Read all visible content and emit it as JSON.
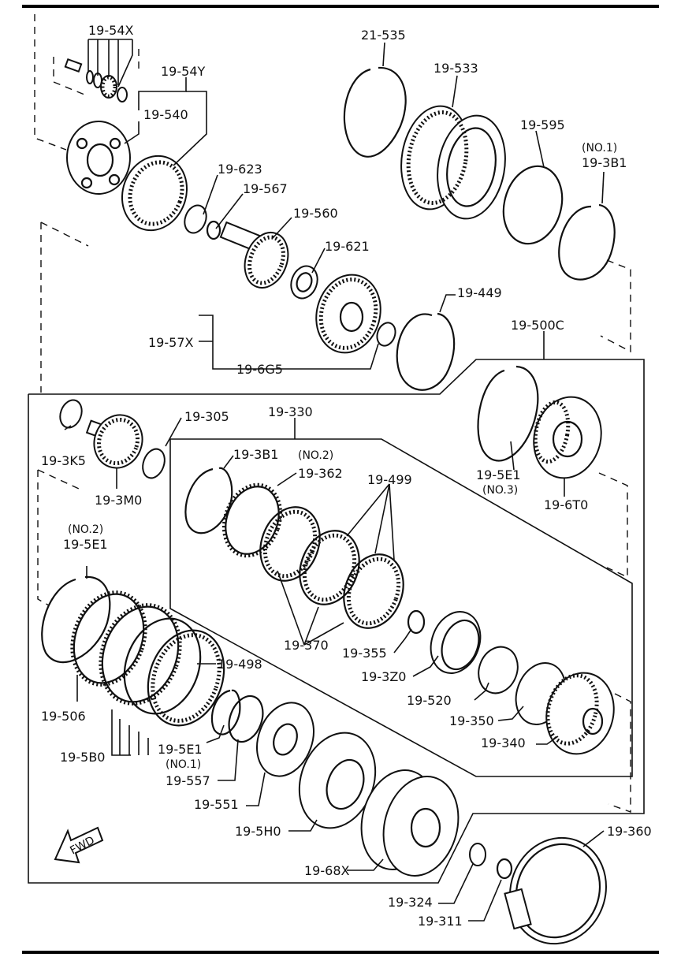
{
  "labels": {
    "p_19_54x": "19-54X",
    "p_19_54y": "19-54Y",
    "p_19_540": "19-540",
    "p_21_535": "21-535",
    "p_19_533": "19-533",
    "p_19_595": "19-595",
    "p_no1_a": "(NO.1)",
    "p_19_3b1_a": "19-3B1",
    "p_19_623": "19-623",
    "p_19_567": "19-567",
    "p_19_560": "19-560",
    "p_19_621": "19-621",
    "p_19_449": "19-449",
    "p_19_57x": "19-57X",
    "p_19_6g5": "19-6G5",
    "p_19_500c": "19-500C",
    "p_19_305": "19-305",
    "p_19_330": "19-330",
    "p_19_3k5": "19-3K5",
    "p_19_3m0": "19-3M0",
    "p_19_3b1_b": "19-3B1",
    "p_no2_a": "(NO.2)",
    "p_19_362": "19-362",
    "p_19_499": "19-499",
    "p_19_5e1_a": "19-5E1",
    "p_no3": "(NO.3)",
    "p_19_6t0": "19-6T0",
    "p_no2_b": "(NO.2)",
    "p_19_5e1_b": "19-5E1",
    "p_19_370": "19-370",
    "p_19_355": "19-355",
    "p_19_3z0": "19-3Z0",
    "p_19_498": "19-498",
    "p_19_520": "19-520",
    "p_19_506": "19-506",
    "p_19_350": "19-350",
    "p_19_340": "19-340",
    "p_19_5e1_c": "19-5E1",
    "p_no1_b": "(NO.1)",
    "p_19_5b0": "19-5B0",
    "p_19_557": "19-557",
    "p_19_551": "19-551",
    "p_19_5h0": "19-5H0",
    "p_19_360": "19-360",
    "p_19_68x": "19-68X",
    "p_19_324": "19-324",
    "p_19_311": "19-311",
    "fwd": "FWD"
  }
}
